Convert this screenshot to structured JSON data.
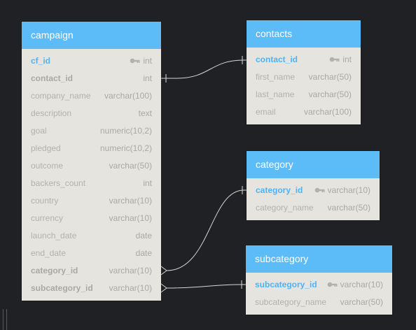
{
  "tables": {
    "campaign": {
      "title": "campaign",
      "columns": [
        {
          "name": "cf_id",
          "type": "int",
          "key": "pk"
        },
        {
          "name": "contact_id",
          "type": "int",
          "key": "fk"
        },
        {
          "name": "company_name",
          "type": "varchar(100)",
          "key": ""
        },
        {
          "name": "description",
          "type": "text",
          "key": ""
        },
        {
          "name": "goal",
          "type": "numeric(10,2)",
          "key": ""
        },
        {
          "name": "pledged",
          "type": "numeric(10,2)",
          "key": ""
        },
        {
          "name": "outcome",
          "type": "varchar(50)",
          "key": ""
        },
        {
          "name": "backers_count",
          "type": "int",
          "key": ""
        },
        {
          "name": "country",
          "type": "varchar(10)",
          "key": ""
        },
        {
          "name": "currency",
          "type": "varchar(10)",
          "key": ""
        },
        {
          "name": "launch_date",
          "type": "date",
          "key": ""
        },
        {
          "name": "end_date",
          "type": "date",
          "key": ""
        },
        {
          "name": "category_id",
          "type": "varchar(10)",
          "key": "fk"
        },
        {
          "name": "subcategory_id",
          "type": "varchar(10)",
          "key": "fk"
        }
      ]
    },
    "contacts": {
      "title": "contacts",
      "columns": [
        {
          "name": "contact_id",
          "type": "int",
          "key": "pk"
        },
        {
          "name": "first_name",
          "type": "varchar(50)",
          "key": ""
        },
        {
          "name": "last_name",
          "type": "varchar(50)",
          "key": ""
        },
        {
          "name": "email",
          "type": "varchar(100)",
          "key": ""
        }
      ]
    },
    "category": {
      "title": "category",
      "columns": [
        {
          "name": "category_id",
          "type": "varchar(10)",
          "key": "pk"
        },
        {
          "name": "category_name",
          "type": "varchar(50)",
          "key": ""
        }
      ]
    },
    "subcategory": {
      "title": "subcategory",
      "columns": [
        {
          "name": "subcategory_id",
          "type": "varchar(10)",
          "key": "pk"
        },
        {
          "name": "subcategory_name",
          "type": "varchar(50)",
          "key": ""
        }
      ]
    }
  },
  "colors": {
    "background": "#1f2124",
    "header": "#5bbcf8",
    "table_body": "#e6e4df",
    "primary_key_text": "#4db3f5",
    "connector": "#d8d6d1"
  },
  "icons": {
    "primary_key": "key-icon"
  }
}
